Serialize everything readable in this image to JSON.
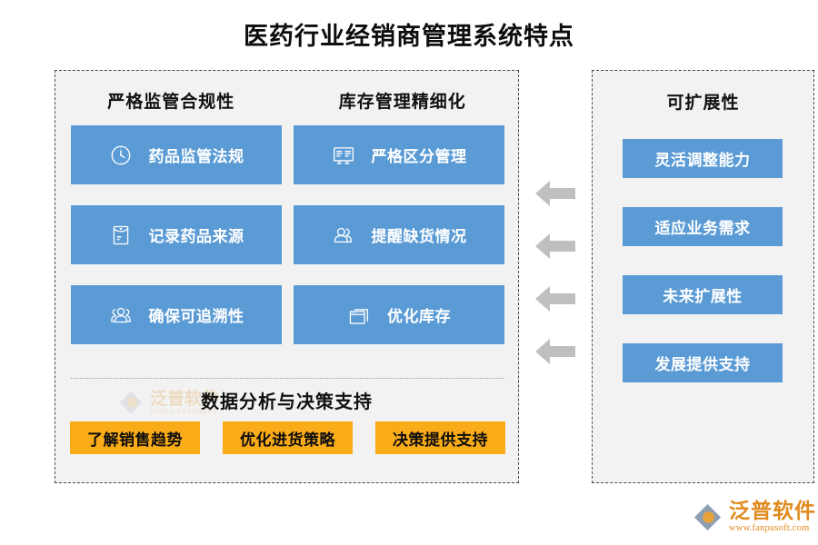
{
  "page": {
    "title": "医药行业经销商管理系统特点",
    "background": "#ffffff"
  },
  "colors": {
    "tile_blue": "#5B9BD5",
    "chip_orange": "#FAAB18",
    "panel_fill": "#f2f2f2",
    "panel_border": "#4a4a4a",
    "arrow_gray": "#BFBFBF",
    "logo_orange": "#e08a1e"
  },
  "left_panel": {
    "columns": [
      {
        "heading": "严格监管合规性"
      },
      {
        "heading": "库存管理精细化"
      }
    ],
    "tiles": [
      {
        "icon": "clock-icon",
        "label": "药品监管法规",
        "column": 0,
        "row": 0
      },
      {
        "icon": "board-icon",
        "label": "严格区分管理",
        "column": 1,
        "row": 0
      },
      {
        "icon": "envelope-icon",
        "label": "记录药品来源",
        "column": 0,
        "row": 1
      },
      {
        "icon": "two-users-icon",
        "label": "提醒缺货情况",
        "column": 1,
        "row": 1
      },
      {
        "icon": "users-icon",
        "label": "确保可追溯性",
        "column": 0,
        "row": 2
      },
      {
        "icon": "windows-icon",
        "label": "优化库存",
        "column": 1,
        "row": 2
      }
    ],
    "analytics": {
      "heading": "数据分析与决策支持",
      "chips": [
        {
          "label": "了解销售趋势"
        },
        {
          "label": "优化进货策略"
        },
        {
          "label": "决策提供支持"
        }
      ]
    }
  },
  "right_panel": {
    "heading": "可扩展性",
    "items": [
      {
        "label": "灵活调整能力"
      },
      {
        "label": "适应业务需求"
      },
      {
        "label": "未来扩展性"
      },
      {
        "label": "发展提供支持"
      }
    ]
  },
  "arrows": {
    "direction": "left",
    "count": 4
  },
  "watermark": {
    "cn": "泛普软件",
    "en": "FANPU SOFTWARE"
  },
  "logo": {
    "cn": "泛普软件",
    "url": "www.fanpusoft.com"
  }
}
